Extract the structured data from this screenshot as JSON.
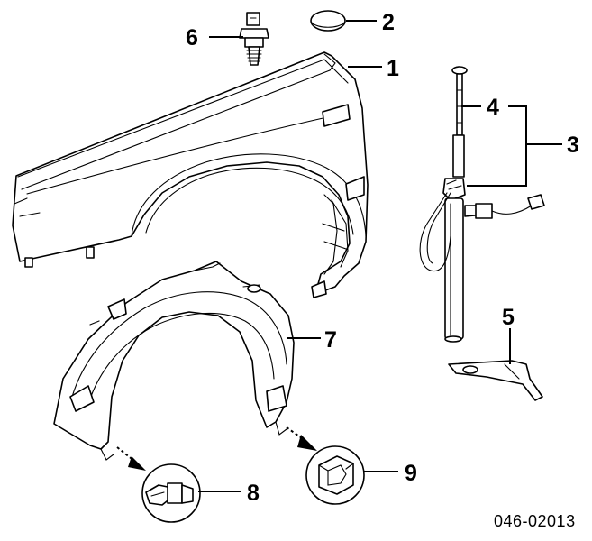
{
  "diagram": {
    "callouts": [
      {
        "id": "c1",
        "label": "1",
        "part_icon": "front-fender"
      },
      {
        "id": "c2",
        "label": "2",
        "part_icon": "grommet-plug"
      },
      {
        "id": "c3",
        "label": "3",
        "part_icon": "power-antenna-assembly"
      },
      {
        "id": "c4",
        "label": "4",
        "part_icon": "antenna-mast"
      },
      {
        "id": "c5",
        "label": "5",
        "part_icon": "antenna-bracket"
      },
      {
        "id": "c6",
        "label": "6",
        "part_icon": "stud-bolt"
      },
      {
        "id": "c7",
        "label": "7",
        "part_icon": "fender-liner"
      },
      {
        "id": "c8",
        "label": "8",
        "part_icon": "push-pin-clip"
      },
      {
        "id": "c9",
        "label": "9",
        "part_icon": "retainer-clip"
      }
    ],
    "diagram_code": "046-02013",
    "colors": {
      "line": "#000000",
      "background": "#ffffff"
    }
  }
}
